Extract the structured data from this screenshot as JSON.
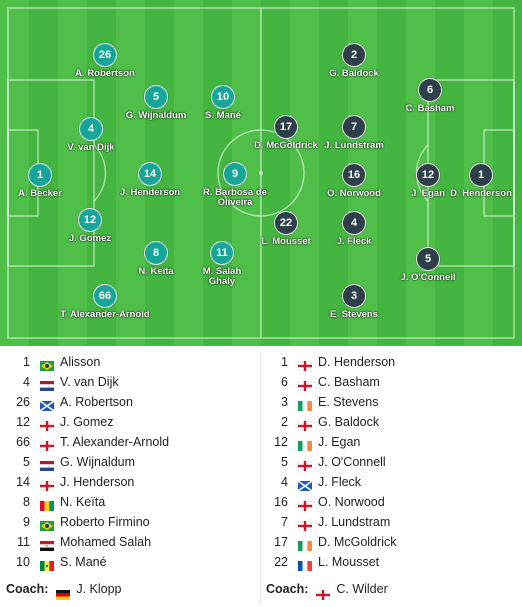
{
  "pitch_players": {
    "home": [
      {
        "number": "1",
        "name": "A. Becker"
      },
      {
        "number": "4",
        "name": "V. van Dijk"
      },
      {
        "number": "26",
        "name": "A. Robertson"
      },
      {
        "number": "12",
        "name": "J. Gomez"
      },
      {
        "number": "66",
        "name": "T. Alexander-Arnold"
      },
      {
        "number": "5",
        "name": "G. Wijnaldum"
      },
      {
        "number": "14",
        "name": "J. Henderson"
      },
      {
        "number": "8",
        "name": "N. Keïta"
      },
      {
        "number": "9",
        "name": "R. Barbosa de Oliveira"
      },
      {
        "number": "11",
        "name": "M. Salah Ghaly"
      },
      {
        "number": "10",
        "name": "S. Mané"
      }
    ],
    "away": [
      {
        "number": "1",
        "name": "D. Henderson"
      },
      {
        "number": "6",
        "name": "C. Basham"
      },
      {
        "number": "3",
        "name": "E. Stevens"
      },
      {
        "number": "2",
        "name": "G. Baldock"
      },
      {
        "number": "12",
        "name": "J. Egan"
      },
      {
        "number": "5",
        "name": "J. O'Connell"
      },
      {
        "number": "4",
        "name": "J. Fleck"
      },
      {
        "number": "16",
        "name": "O. Norwood"
      },
      {
        "number": "7",
        "name": "J. Lundstram"
      },
      {
        "number": "17",
        "name": "D. McGoldrick"
      },
      {
        "number": "22",
        "name": "L. Mousset"
      }
    ]
  },
  "lineups": {
    "home": [
      {
        "number": "1",
        "flag": "brazil-flag",
        "name": "Alisson"
      },
      {
        "number": "4",
        "flag": "netherlands-flag",
        "name": "V. van Dijk"
      },
      {
        "number": "26",
        "flag": "scotland-flag",
        "name": "A. Robertson"
      },
      {
        "number": "12",
        "flag": "england-flag",
        "name": "J. Gomez"
      },
      {
        "number": "66",
        "flag": "england-flag",
        "name": "T. Alexander-Arnold"
      },
      {
        "number": "5",
        "flag": "netherlands-flag",
        "name": "G. Wijnaldum"
      },
      {
        "number": "14",
        "flag": "england-flag",
        "name": "J. Henderson"
      },
      {
        "number": "8",
        "flag": "guinea-flag",
        "name": "N. Keïta"
      },
      {
        "number": "9",
        "flag": "brazil-flag",
        "name": "Roberto Firmino"
      },
      {
        "number": "11",
        "flag": "egypt-flag",
        "name": "Mohamed Salah"
      },
      {
        "number": "10",
        "flag": "senegal-flag",
        "name": "S. Mané"
      }
    ],
    "away": [
      {
        "number": "1",
        "flag": "england-flag",
        "name": "D. Henderson"
      },
      {
        "number": "6",
        "flag": "england-flag",
        "name": "C. Basham"
      },
      {
        "number": "3",
        "flag": "ireland-flag",
        "name": "E. Stevens"
      },
      {
        "number": "2",
        "flag": "england-flag",
        "name": "G. Baldock"
      },
      {
        "number": "12",
        "flag": "ireland-flag",
        "name": "J. Egan"
      },
      {
        "number": "5",
        "flag": "england-flag",
        "name": "J. O'Connell"
      },
      {
        "number": "4",
        "flag": "scotland-flag",
        "name": "J. Fleck"
      },
      {
        "number": "16",
        "flag": "england-flag",
        "name": "O. Norwood"
      },
      {
        "number": "7",
        "flag": "england-flag",
        "name": "J. Lundstram"
      },
      {
        "number": "17",
        "flag": "ireland-flag",
        "name": "D. McGoldrick"
      },
      {
        "number": "22",
        "flag": "france-flag",
        "name": "L. Mousset"
      }
    ]
  },
  "coaches": {
    "label": "Coach:",
    "home": {
      "flag": "germany-flag",
      "name": "J. Klopp"
    },
    "away": {
      "flag": "england-flag",
      "name": "C. Wilder"
    }
  },
  "colors": {
    "home_team": "#17a59a",
    "away_team": "#2d3f48",
    "pitch_light": "#4fbf4a",
    "pitch_dark": "#44b540"
  }
}
